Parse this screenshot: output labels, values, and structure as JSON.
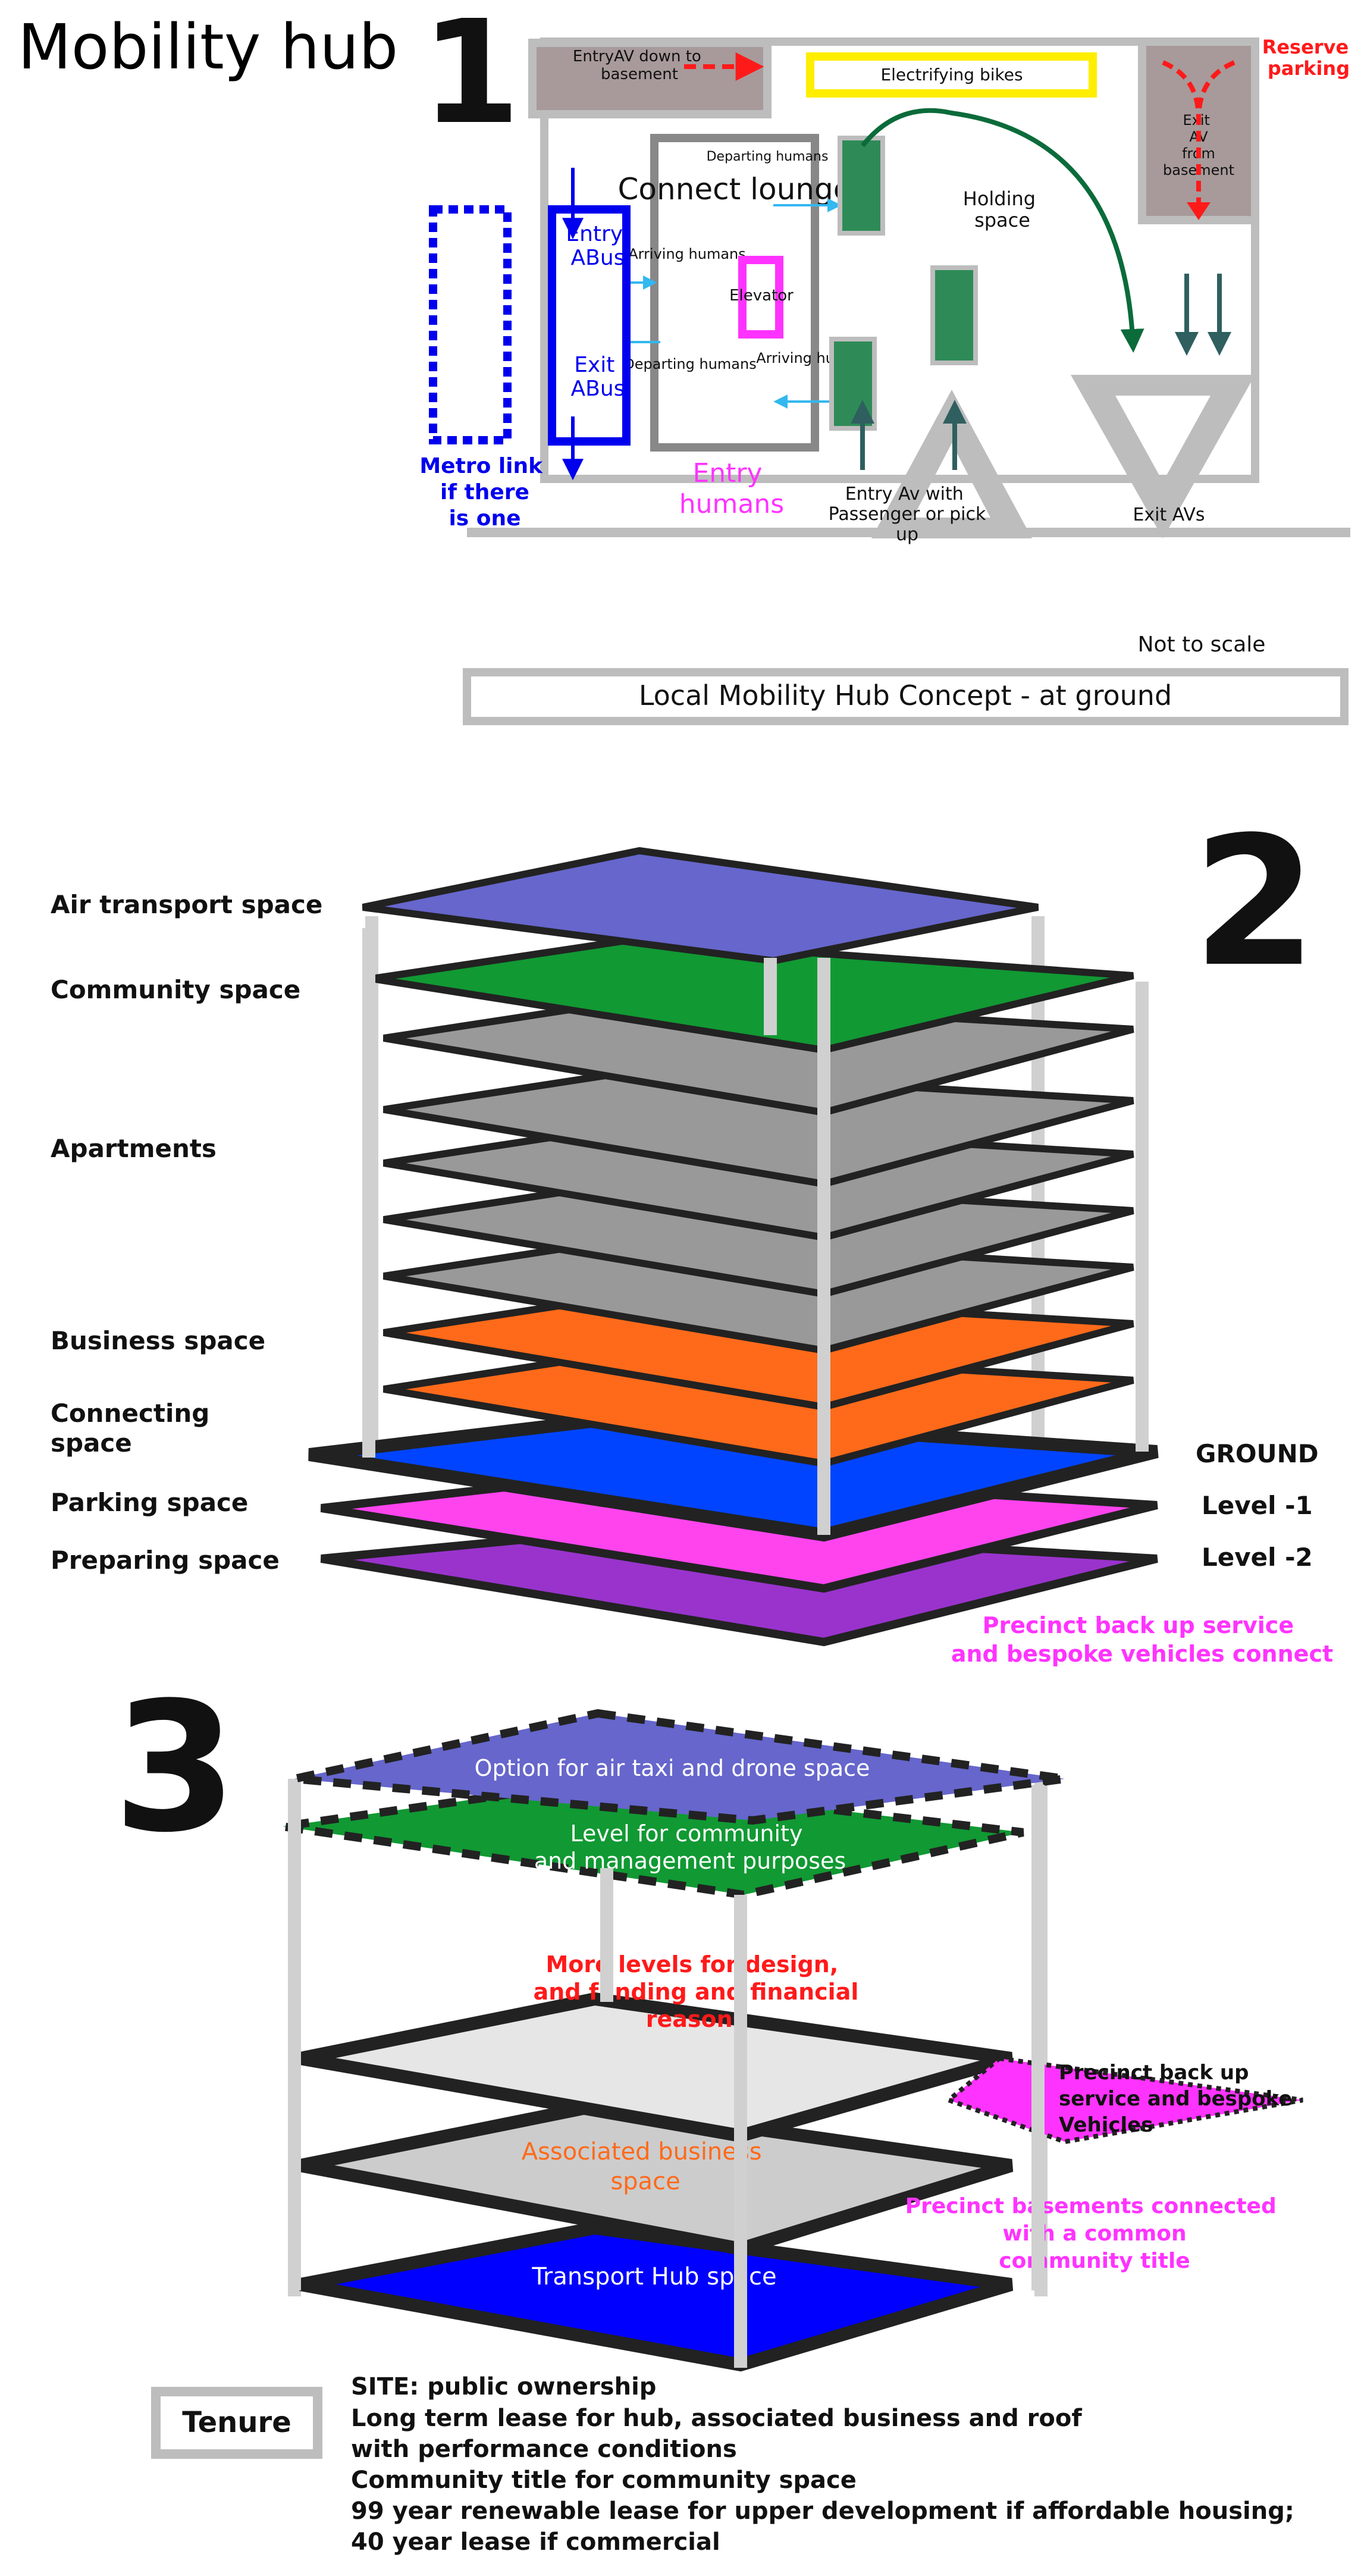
{
  "page": {
    "title": "Mobility hub"
  },
  "colors": {
    "grey_outline": "#bdbdbd",
    "blue": "#0000ee",
    "magenta": "#ff33ff",
    "red": "#ff1a1a",
    "yellow": "#ffee00",
    "teal_green": "#2e8b57",
    "dark_green": "#0b6b3a",
    "dark_slate": "#2f5f5f",
    "cyan": "#33b8f0",
    "air": "#6666cc",
    "community": "#119933",
    "apartments": "#999999",
    "business": "#ff6a1a",
    "parking": "#0044ff",
    "level_minus_1": "#ff44ee",
    "level_minus_2": "#9933cc",
    "hub_blue": "#0000ff",
    "light_grey_floor": "#e6e6e6",
    "mid_grey_floor": "#cccccc"
  },
  "section1": {
    "number": "1",
    "labels": {
      "entry_av_basement": "EntryAV down to basement",
      "electrifying_bikes": "Electrifying bikes",
      "reserve_parking": "Reserve parking",
      "exit_av_basement": "Exit AV from basement",
      "departing_humans_top": "Departing humans",
      "connect_lounge": "Connect lounge",
      "holding_space": "Holding space",
      "entry_abus": "Entry ABus",
      "arriving_humans_left": "Arriving humans",
      "elevator": "Elevator",
      "exit_abus": "Exit ABus",
      "departing_humans_bottom": "Departing humans",
      "arriving_humans_right": "Arriving humans",
      "metro_link": "Metro link if there is one",
      "entry_humans": "Entry humans",
      "entry_av_passenger": "Entry Av with Passenger or pick up",
      "exit_avs": "Exit AVs",
      "not_to_scale": "Not to scale",
      "caption": "Local Mobility Hub Concept - at ground"
    }
  },
  "section2": {
    "number": "2",
    "left_labels": {
      "air": "Air transport space",
      "community": "Community space",
      "apartments": "Apartments",
      "business": "Business space",
      "connecting": "Connecting space",
      "parking": "Parking space",
      "preparing": "Preparing space"
    },
    "right_labels": {
      "ground": "GROUND",
      "level_minus_1": "Level -1",
      "level_minus_2": "Level -2"
    },
    "precinct_note": "Precinct back up service and bespoke vehicles connect"
  },
  "section3": {
    "number": "3",
    "air_option": "Option for air taxi and drone space",
    "community_level": "Level for community and management purposes",
    "more_levels": "More levels for design, and funding and financial reasons",
    "precinct_backup": "Precinct back up service and bespoke Vehicles",
    "associated_business": "Associated business space",
    "precinct_basements": "Precinct basements connected with a common community title",
    "transport_hub": "Transport Hub space",
    "tenure_label": "Tenure",
    "tenure_lines": [
      "SITE: public ownership",
      "Long term lease for hub, associated business and roof",
      "with performance conditions",
      "Community title for community space",
      "99 year renewable lease for upper development if affordable housing;",
      "40 year lease if commercial"
    ]
  }
}
